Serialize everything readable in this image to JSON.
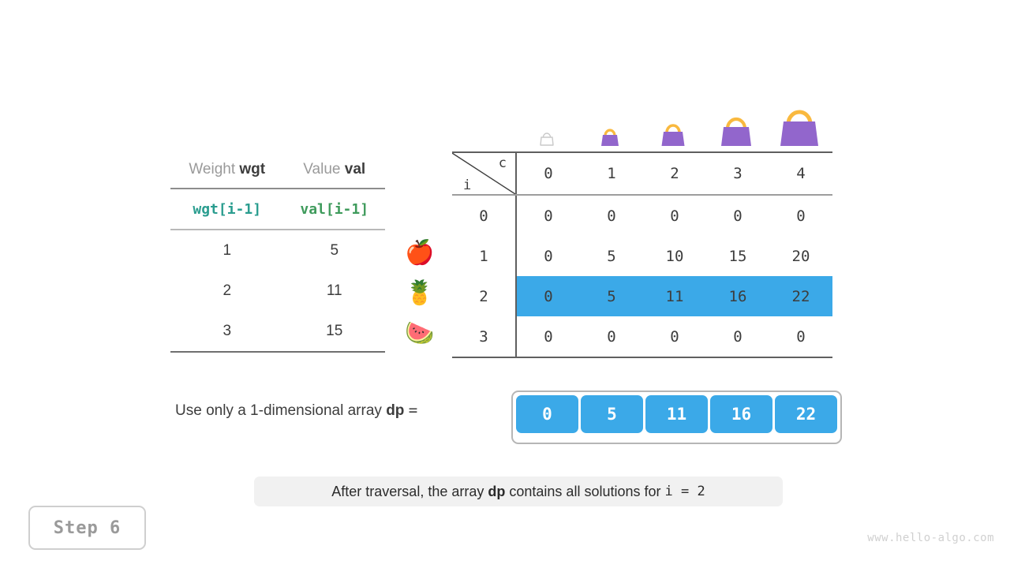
{
  "item_table": {
    "headers": [
      {
        "prefix": "Weight ",
        "bold": "wgt"
      },
      {
        "prefix": "Value ",
        "bold": "val"
      }
    ],
    "code_row": {
      "weight": "wgt[i-1]",
      "value": "val[i-1]"
    },
    "rows": [
      {
        "weight": "1",
        "value": "5",
        "fruit": "apple-icon",
        "glyph": "🍎"
      },
      {
        "weight": "2",
        "value": "11",
        "fruit": "pineapple-icon",
        "glyph": "🍍"
      },
      {
        "weight": "3",
        "value": "15",
        "fruit": "watermelon-icon",
        "glyph": "🍉"
      }
    ]
  },
  "bags": [
    {
      "name": "bag-icon-capacity-0",
      "size": "empty"
    },
    {
      "name": "bag-icon-capacity-1",
      "size": "xs"
    },
    {
      "name": "bag-icon-capacity-2",
      "size": "s"
    },
    {
      "name": "bag-icon-capacity-3",
      "size": "m"
    },
    {
      "name": "bag-icon-capacity-4",
      "size": "l"
    }
  ],
  "dp_table": {
    "corner": {
      "col_label": "c",
      "row_label": "i"
    },
    "col_headers": [
      "0",
      "1",
      "2",
      "3",
      "4"
    ],
    "rows": [
      {
        "index": "0",
        "cells": [
          "0",
          "0",
          "0",
          "0",
          "0"
        ],
        "style": "normal"
      },
      {
        "index": "1",
        "cells": [
          "0",
          "5",
          "10",
          "15",
          "20"
        ],
        "style": "normal"
      },
      {
        "index": "2",
        "cells": [
          "0",
          "5",
          "11",
          "16",
          "22"
        ],
        "style": "highlight"
      },
      {
        "index": "3",
        "cells": [
          "0",
          "0",
          "0",
          "0",
          "0"
        ],
        "style": "pending"
      }
    ]
  },
  "dp_1d": {
    "label_prefix": "Use only a 1-dimensional array",
    "label_var": "dp",
    "label_eq": "=",
    "values": [
      "0",
      "5",
      "11",
      "16",
      "22"
    ]
  },
  "caption": {
    "part1": "After traversal, the array",
    "var": "dp",
    "part2": "contains all solutions for",
    "expr": "i = 2"
  },
  "step_badge": "Step 6",
  "watermark": "www.hello-algo.com",
  "colors": {
    "highlight_blue": "#3ba9e8",
    "bag_purple": "#9266cc",
    "bag_handle": "#f9b93f",
    "code_wgt_green": "#2a9d8f",
    "code_val_green": "#3f9b5c",
    "caption_bg": "#f1f1f1",
    "dim_gray": "#dcdcdc"
  }
}
